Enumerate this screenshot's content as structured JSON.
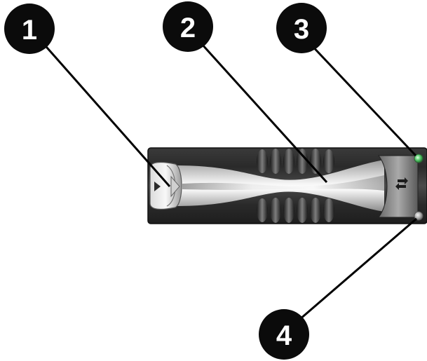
{
  "callouts": [
    {
      "id": "1",
      "label": "1"
    },
    {
      "id": "2",
      "label": "2"
    },
    {
      "id": "3",
      "label": "3"
    },
    {
      "id": "4",
      "label": "4"
    }
  ],
  "colors": {
    "callout_fill": "#0b0b0b",
    "callout_text": "#ffffff",
    "leader_line": "#000000",
    "led_power": "#5ecf73",
    "led_activity": "#b9b9b9",
    "bezel_dark": "#2b2b2b",
    "bezel_mid": "#8d8d8d",
    "bezel_light": "#f2f2f2"
  },
  "icons": {
    "release_arrow": "triangle-right-icon",
    "activity_symbol": "swap-arrows-icon"
  }
}
